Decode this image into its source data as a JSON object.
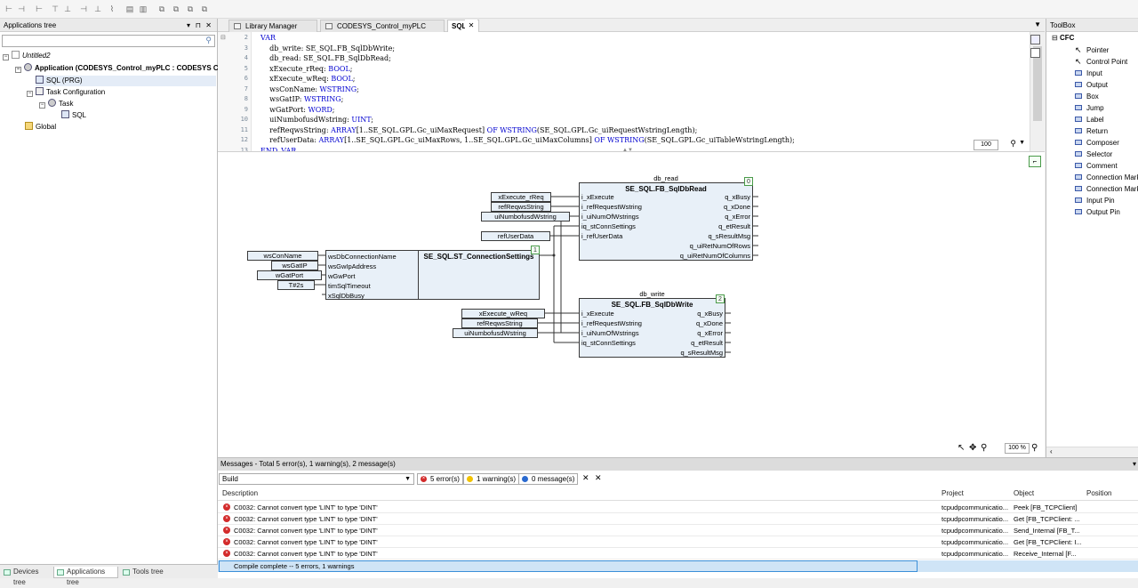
{
  "left_panel": {
    "title": "Applications tree",
    "tree": [
      {
        "label": "Untitled2",
        "level": 0
      },
      {
        "label": "Application (CODESYS_Control_myPLC : CODESYS Co",
        "level": 1
      },
      {
        "label": "SQL (PRG)",
        "level": 2
      },
      {
        "label": "Task Configuration",
        "level": 2
      },
      {
        "label": "Task",
        "level": 3
      },
      {
        "label": "SQL",
        "level": 4
      },
      {
        "label": "Global",
        "level": 1
      }
    ],
    "bottom_tabs": [
      "Devices tree",
      "Applications tree",
      "Tools tree"
    ]
  },
  "editor_tabs": [
    "Library Manager",
    "CODESYS_Control_myPLC",
    "SQL"
  ],
  "code": {
    "lines": [
      {
        "n": "2",
        "text": "VAR"
      },
      {
        "n": "3",
        "text": "    db_write: SE_SQL.FB_SqlDbWrite;"
      },
      {
        "n": "4",
        "text": "    db_read: SE_SQL.FB_SqlDbRead;"
      },
      {
        "n": "5",
        "text": "    xExecute_rReq: BOOL;"
      },
      {
        "n": "6",
        "text": "    xExecute_wReq: BOOL;"
      },
      {
        "n": "7",
        "text": "    wsConName: WSTRING;"
      },
      {
        "n": "8",
        "text": "    wsGatIP: WSTRING;"
      },
      {
        "n": "9",
        "text": "    wGatPort: WORD;"
      },
      {
        "n": "10",
        "text": "    uiNumbofusdWstring: UINT;"
      },
      {
        "n": "11",
        "text": "    refReqwsString: ARRAY[1..SE_SQL.GPL.Gc_uiMaxRequest] OF WSTRING(SE_SQL.GPL.Gc_uiRequestWstringLength);"
      },
      {
        "n": "12",
        "text": "    refUserData: ARRAY[1..SE_SQL.GPL.Gc_uiMaxRows, 1..SE_SQL.GPL.Gc_uiMaxColumns] OF WSTRING(SE_SQL.GPL.Gc_uiTableWstringLength);"
      },
      {
        "n": "13",
        "text": "END_VAR"
      }
    ],
    "zoom": "100"
  },
  "cfc": {
    "db_read": {
      "instance": "db_read",
      "type": "SE_SQL.FB_SqlDbRead",
      "order": "0",
      "inputs": [
        "i_xExecute",
        "i_refRequestWstring",
        "i_uiNumOfWstrings",
        "iq_stConnSettings",
        "i_refUserData"
      ],
      "outputs": [
        "q_xBusy",
        "q_xDone",
        "q_xError",
        "q_etResult",
        "q_sResultMsg",
        "q_uiRetNumOfRows",
        "q_uiRetNumOfColumns"
      ],
      "input_vars": [
        "xExecute_rReq",
        "refReqwsString",
        "uiNumbofusdWstring",
        "refUserData"
      ]
    },
    "conn": {
      "type": "SE_SQL.ST_ConnectionSettings",
      "order": "1",
      "inputs": [
        "wsDbConnectionName",
        "wsGwIpAddress",
        "wGwPort",
        "timSqlTimeout",
        "xSqlDbBusy"
      ],
      "input_vars": [
        "wsConName",
        "wsGatIP",
        "wGatPort",
        "T#2s"
      ]
    },
    "db_write": {
      "instance": "db_write",
      "type": "SE_SQL.FB_SqlDbWrite",
      "order": "2",
      "inputs": [
        "i_xExecute",
        "i_refRequestWstring",
        "i_uiNumOfWstrings",
        "iq_stConnSettings"
      ],
      "outputs": [
        "q_xBusy",
        "q_xDone",
        "q_xError",
        "q_etResult",
        "q_sResultMsg"
      ],
      "input_vars": [
        "xExecute_wReq",
        "refReqwsString",
        "uiNumbofusdWstring"
      ]
    },
    "zoom": "100 %"
  },
  "toolbox": {
    "title": "ToolBox",
    "category": "CFC",
    "items": [
      "Pointer",
      "Control Point",
      "Input",
      "Output",
      "Box",
      "Jump",
      "Label",
      "Return",
      "Composer",
      "Selector",
      "Comment",
      "Connection Mark",
      "Connection Mark",
      "Input Pin",
      "Output Pin"
    ]
  },
  "messages": {
    "title": "Messages - Total 5 error(s), 1 warning(s), 2 message(s)",
    "source": "Build",
    "errors": "5 error(s)",
    "warnings": "1 warning(s)",
    "infos": "0 message(s)",
    "columns": [
      "Description",
      "Project",
      "Object",
      "Position"
    ],
    "rows": [
      {
        "desc": "C0032: Cannot convert type 'LINT' to type 'DINT'",
        "project": "tcpudpcommunicatio...",
        "object": "Peek [FB_TCPClient]"
      },
      {
        "desc": "C0032: Cannot convert type 'LINT' to type 'DINT'",
        "project": "tcpudpcommunicatio...",
        "object": "Get [FB_TCPClient: ..."
      },
      {
        "desc": "C0032: Cannot convert type 'LINT' to type 'DINT'",
        "project": "tcpudpcommunicatio...",
        "object": "Send_Internal [FB_T..."
      },
      {
        "desc": "C0032: Cannot convert type 'LINT' to type 'DINT'",
        "project": "tcpudpcommunicatio...",
        "object": "Get [FB_TCPClient: I..."
      },
      {
        "desc": "C0032: Cannot convert type 'LINT' to type 'DINT'",
        "project": "tcpudpcommunicatio...",
        "object": "Receive_Internal [F..."
      }
    ],
    "summary": "Compile complete -- 5 errors, 1 warnings"
  }
}
